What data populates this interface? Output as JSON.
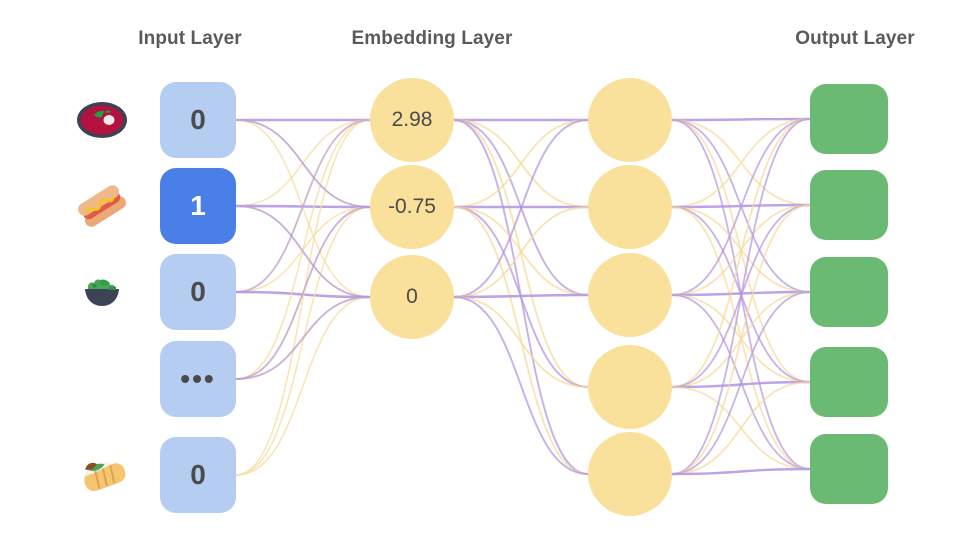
{
  "diagram": {
    "title_input": "Input Layer",
    "title_embedding": "Embedding Layer",
    "title_output": "Output Layer",
    "background": "#ffffff",
    "heading_color": "#5a5a5a"
  },
  "colors": {
    "input_box": "#b6cdf2",
    "input_box_active": "#4a7fe8",
    "input_text": "#4b4b4b",
    "input_text_active": "#ffffff",
    "embedding_node": "#f9e09b",
    "hidden_node": "#f9e09b",
    "output_box": "#6aba74",
    "edge_purple": "#b093e0",
    "edge_yellow": "#f7d99a"
  },
  "input_layer": {
    "nodes": [
      {
        "icon": "soup-bowl-icon",
        "value": "0",
        "active": false
      },
      {
        "icon": "hot-dog-icon",
        "value": "1",
        "active": true
      },
      {
        "icon": "green-salad-icon",
        "value": "0",
        "active": false
      },
      {
        "icon": null,
        "value": "…",
        "active": false
      },
      {
        "icon": "burrito-icon",
        "value": "0",
        "active": false
      }
    ]
  },
  "embedding_layer": {
    "nodes": [
      {
        "value": "2.98"
      },
      {
        "value": "-0.75"
      },
      {
        "value": "0"
      }
    ]
  },
  "hidden_layer": {
    "count": 5,
    "nodes": [
      {
        "value": ""
      },
      {
        "value": ""
      },
      {
        "value": ""
      },
      {
        "value": ""
      },
      {
        "value": ""
      }
    ]
  },
  "output_layer": {
    "count": 5,
    "nodes": [
      {
        "value": ""
      },
      {
        "value": ""
      },
      {
        "value": ""
      },
      {
        "value": ""
      },
      {
        "value": ""
      }
    ]
  }
}
